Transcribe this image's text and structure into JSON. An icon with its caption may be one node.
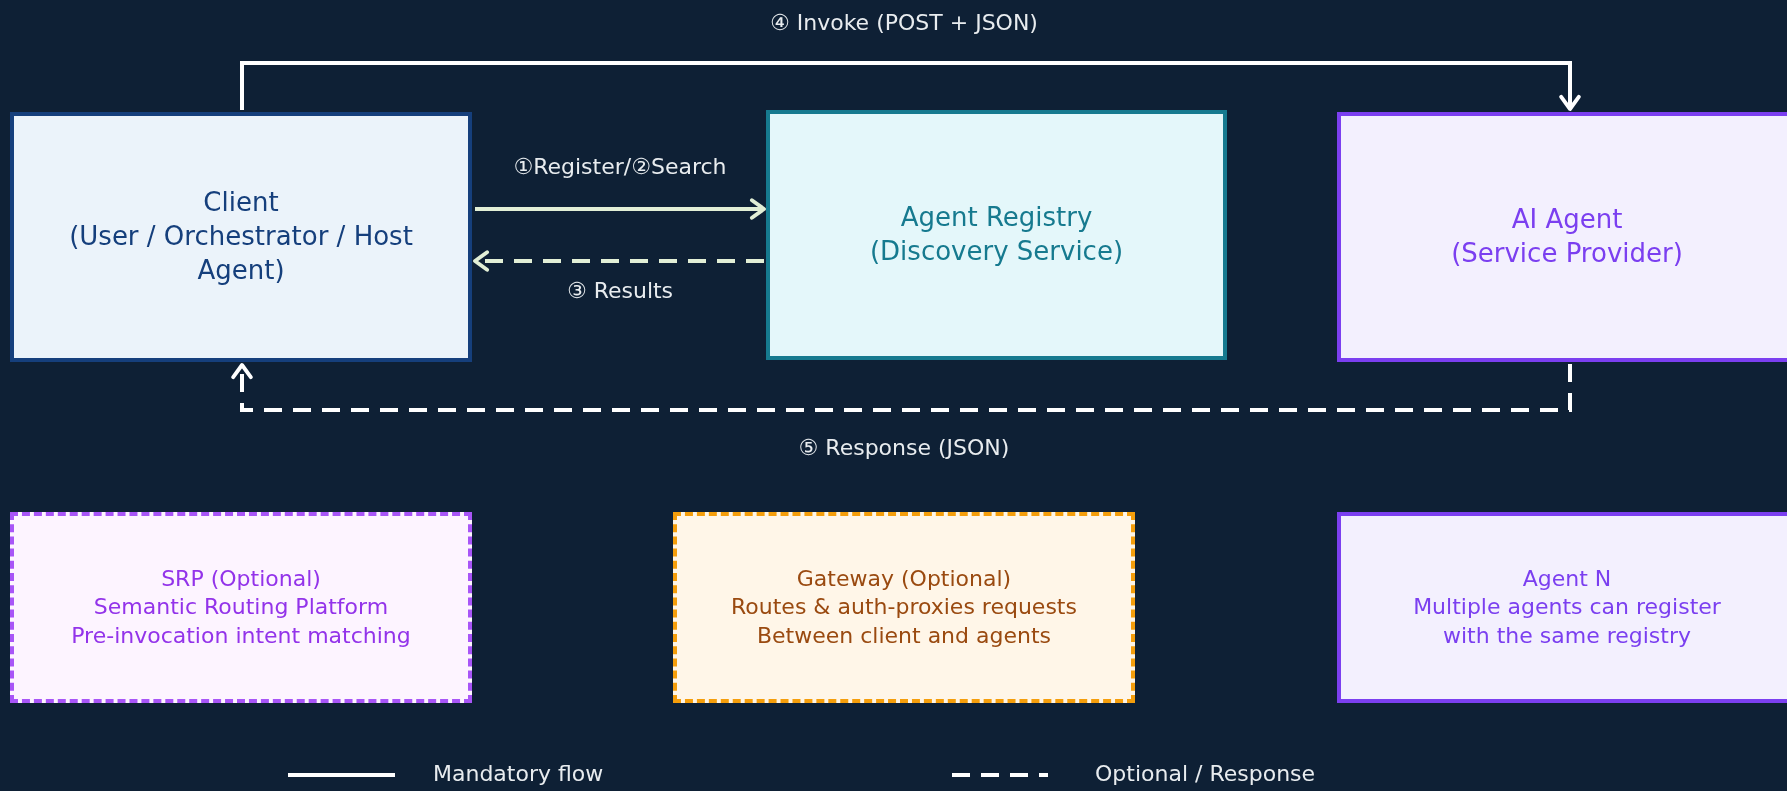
{
  "diagram": {
    "nodes": [
      {
        "text": [
          "Client",
          "(User / Orchestrator / Host Agent)"
        ]
      },
      {
        "text": [
          "Agent Registry",
          "(Discovery Service)"
        ]
      },
      {
        "text": [
          "AI Agent",
          "(Service Provider)"
        ]
      },
      {
        "text": [
          "SRP (Optional)",
          "Semantic Routing Platform",
          "Pre-invocation intent matching"
        ]
      },
      {
        "text": [
          "Gateway (Optional)",
          "Routes & auth-proxies requests",
          "Between client and agents"
        ]
      },
      {
        "text": [
          "Agent N",
          "Multiple agents can register",
          "with the same registry"
        ]
      }
    ],
    "edges": [
      {
        "from": 0,
        "to": 1,
        "arrow": "to",
        "label": "①Register/②Search",
        "color": "#e2efd6"
      },
      {
        "from": 1,
        "to": 0,
        "arrow": "to",
        "label": "③ Results",
        "style": "dashed",
        "color": "#e2efd6"
      },
      {
        "from": 0,
        "to": 2,
        "arrow": "to",
        "label": "④ Invoke (POST + JSON)"
      },
      {
        "from": 2,
        "to": 0,
        "arrow": "to",
        "label": "⑤ Response (JSON)",
        "style": "dashed"
      }
    ],
    "legend": [
      {
        "text": "Mandatory flow"
      },
      {
        "text": "Optional / Response"
      }
    ]
  }
}
